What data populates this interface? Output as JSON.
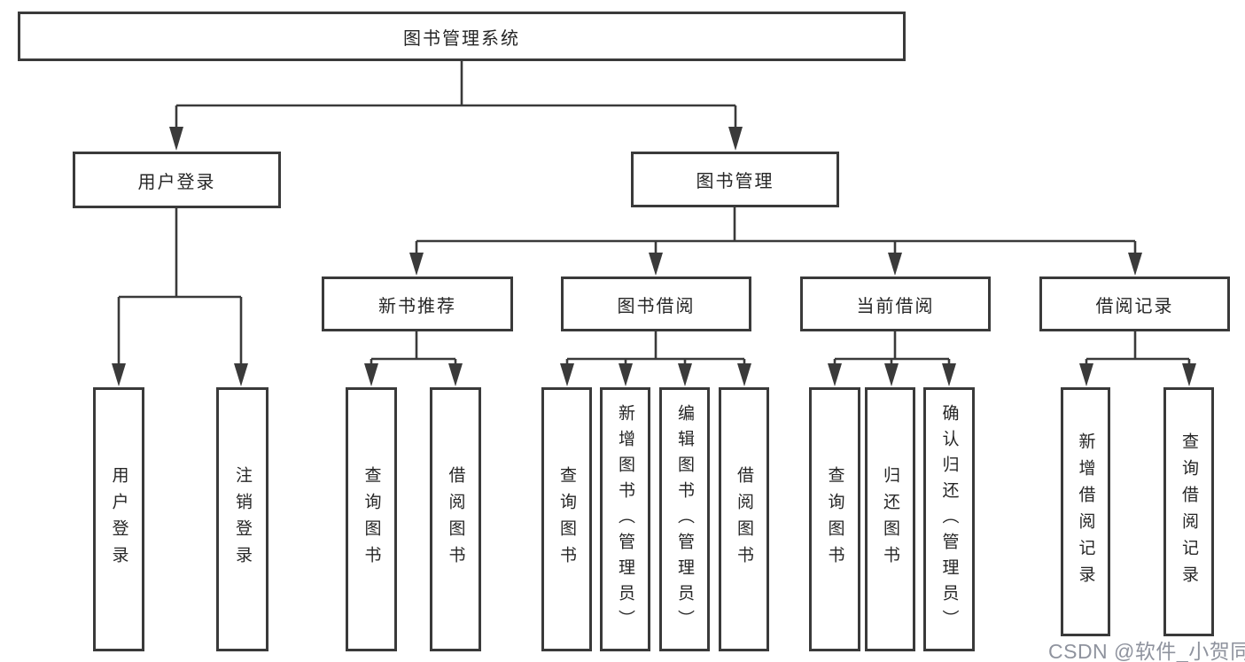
{
  "diagram": {
    "root": {
      "label": "图书管理系统"
    },
    "branches": {
      "user_login": {
        "label": "用户登录",
        "children": [
          {
            "label": "用户登录"
          },
          {
            "label": "注销登录"
          }
        ]
      },
      "book_management": {
        "label": "图书管理",
        "sections": [
          {
            "label": "新书推荐",
            "children": [
              {
                "label": "查询图书"
              },
              {
                "label": "借阅图书"
              }
            ]
          },
          {
            "label": "图书借阅",
            "children": [
              {
                "label": "查询图书"
              },
              {
                "label": "新增图书（管理员）"
              },
              {
                "label": "编辑图书（管理员）"
              },
              {
                "label": "借阅图书"
              }
            ]
          },
          {
            "label": "当前借阅",
            "children": [
              {
                "label": "查询图书"
              },
              {
                "label": "归还图书"
              },
              {
                "label": "确认归还（管理员）"
              }
            ]
          },
          {
            "label": "借阅记录",
            "children": [
              {
                "label": "新增借阅记录"
              },
              {
                "label": "查询借阅记录"
              }
            ]
          }
        ]
      }
    },
    "watermark": "CSDN @软件_小贺同学",
    "colors": {
      "line": "#3a3a3a",
      "text": "#262626",
      "watermark": "#8f939e",
      "background": "#ffffff"
    }
  }
}
